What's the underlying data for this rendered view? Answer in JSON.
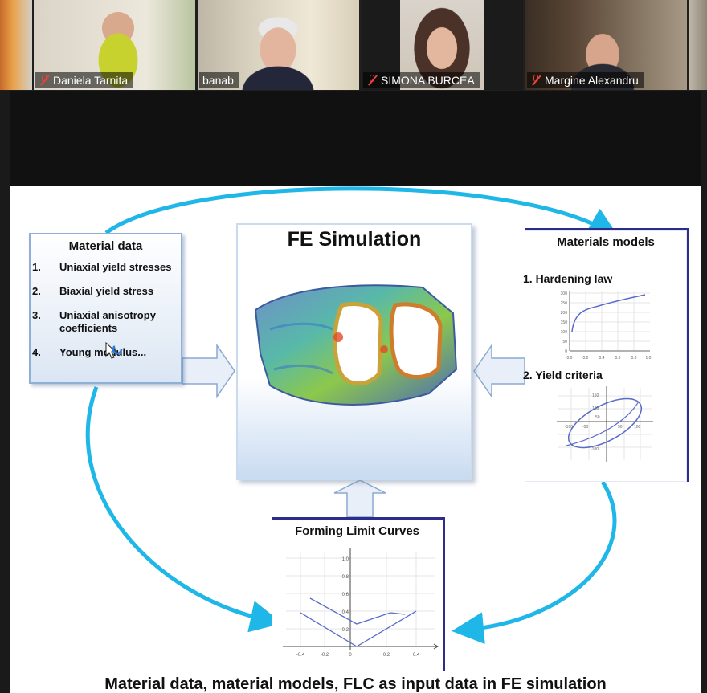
{
  "participants": [
    {
      "name": "Daniela Tarnita",
      "muted": true
    },
    {
      "name": "banab",
      "muted": false
    },
    {
      "name": "SIMONA BURCEA",
      "muted": true
    },
    {
      "name": "Margine Alexandru",
      "muted": true
    }
  ],
  "slide": {
    "material_data": {
      "title": "Material data",
      "items": [
        {
          "num": "1.",
          "text": "Uniaxial yield stresses"
        },
        {
          "num": "2.",
          "text": "Biaxial yield stress"
        },
        {
          "num": "3.",
          "text": "Uniaxial anisotropy coefficients"
        },
        {
          "num": "4.",
          "text": "Young modulus..."
        }
      ]
    },
    "fe_simulation": {
      "title": "FE Simulation"
    },
    "materials_models": {
      "title": "Materials models",
      "item1": "1.  Hardening law",
      "item2": "2.  Yield criteria",
      "hardening_y_ticks": [
        "300",
        "250",
        "200",
        "150",
        "100",
        "50",
        "0"
      ],
      "hardening_x_ticks": [
        "0.0",
        "0.2",
        "0.4",
        "0.6",
        "0.8",
        "1.0"
      ],
      "yield_ticks": [
        "150",
        "100",
        "50",
        "-100",
        "-50",
        "50",
        "100",
        "-100"
      ]
    },
    "flc": {
      "title": "Forming Limit Curves",
      "y_ticks": [
        "1.0",
        "0.8",
        "0.6",
        "0.4",
        "0.2"
      ],
      "x_ticks": [
        "-0.4",
        "-0.2",
        "0",
        "0.2",
        "0.4"
      ]
    },
    "caption": "Material data, material models, FLC as input data in FE simulation"
  },
  "colors": {
    "arrow_cyan": "#1fb6e8",
    "box_border": "#2c2c8a",
    "mute_red": "#e8423b",
    "active_speaker": "#c7e23b"
  }
}
